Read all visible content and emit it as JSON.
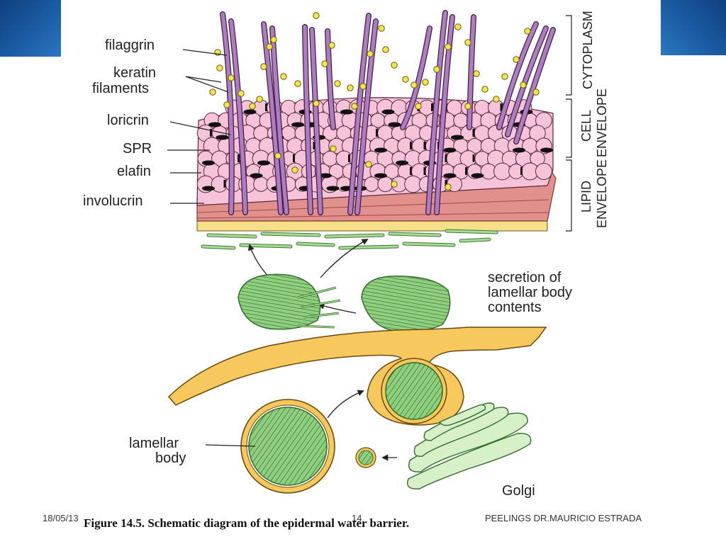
{
  "slide": {
    "accent_color": "#1c5fa7"
  },
  "labels": {
    "filaggrin": "filaggrin",
    "keratin_line1": "keratin",
    "keratin_line2": "filaments",
    "loricrin": "loricrin",
    "spr": "SPR",
    "elafin": "elafin",
    "involucrin": "involucrin",
    "secretion_line1": "secretion of",
    "secretion_line2": "lamellar body",
    "secretion_line3": "contents",
    "lamellar_line1": "lamellar",
    "lamellar_line2": "body",
    "golgi": "Golgi"
  },
  "brackets": {
    "cytoplasm": "CYTOPLASM",
    "cell_envelope_line1": "CELL",
    "cell_envelope_line2": "ENVELOPE",
    "lipid_envelope_line1": "LIPID",
    "lipid_envelope_line2": "ENVELOPE"
  },
  "caption": "Figure 14.5. Schematic diagram of the epidermal water barrier.",
  "footer": {
    "date": "18/05/13",
    "page": "14",
    "author": "PEELINGS DR.MAURICIO ESTRADA"
  },
  "colors": {
    "keratin": "#b07cc0",
    "filaggrin": "#f2e64a",
    "loricrin": "#f6c3d8",
    "involucrin": "#e1908c",
    "lamellae": "#8fcf7e",
    "membrane": "#f7c85c",
    "golgi": "#d7f0c8"
  }
}
